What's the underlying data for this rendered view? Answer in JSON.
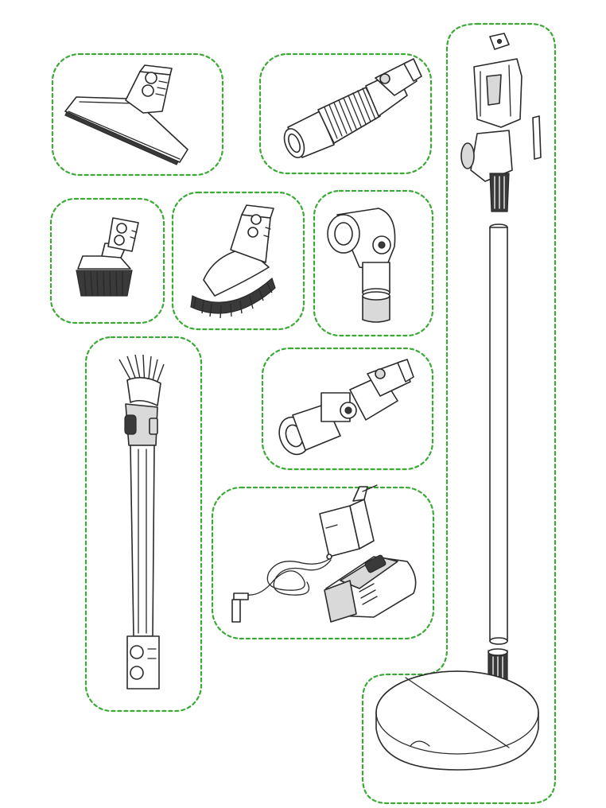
{
  "colors": {
    "group_outline": "#3aa935",
    "line": "#2a2a2a",
    "shade": "#d9d9d9",
    "dark": "#3a3a3a",
    "background": "#ffffff"
  },
  "illustration": {
    "groups": [
      {
        "id": "wide-nozzle-tool",
        "icon": "wide-nozzle"
      },
      {
        "id": "extension-hose",
        "icon": "flexible-hose"
      },
      {
        "id": "mini-dusting-brush",
        "icon": "small-brush"
      },
      {
        "id": "soft-dusting-brush",
        "icon": "soft-brush"
      },
      {
        "id": "up-top-adapter",
        "icon": "angled-adapter"
      },
      {
        "id": "crevice-brush-wand",
        "icon": "long-wand-brush"
      },
      {
        "id": "swivel-adapter",
        "icon": "swivel-connector"
      },
      {
        "id": "charger-and-battery",
        "icon": "charger-plug-battery"
      },
      {
        "id": "floor-dok-stand",
        "icon": "stand-with-tube-and-base"
      }
    ]
  }
}
